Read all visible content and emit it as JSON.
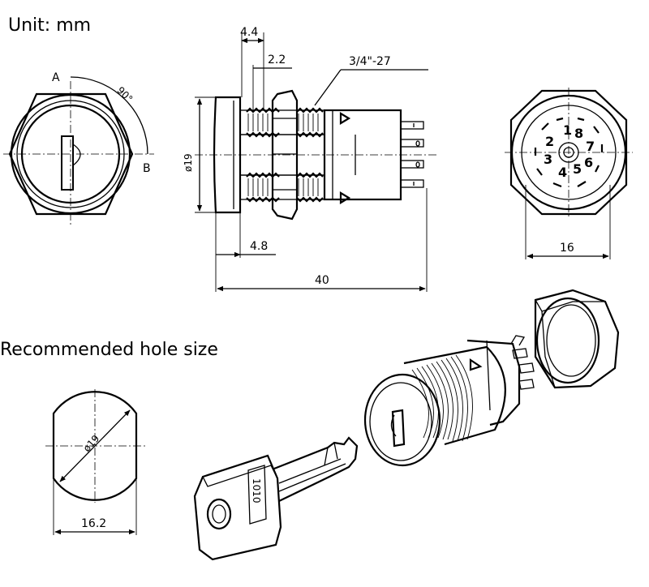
{
  "header": {
    "unit_label": "Unit:  mm"
  },
  "front_view": {
    "label_a": "A",
    "label_b": "B",
    "angle": "90°"
  },
  "side_view": {
    "dim_thread": "3/4\"-27",
    "dim_top_outer": "4.4",
    "dim_top_inner": "2.2",
    "dim_diameter": "ø19",
    "dim_flange": "4.8",
    "dim_total": "40"
  },
  "rear_view": {
    "dim_width": "16",
    "positions": [
      "1",
      "2",
      "3",
      "4",
      "5",
      "6",
      "7",
      "8"
    ]
  },
  "hole_section": {
    "title": "Recommended  hole  size",
    "dim_diameter": "ø19",
    "dim_width": "16.2"
  },
  "key": {
    "engraving": "1010"
  }
}
